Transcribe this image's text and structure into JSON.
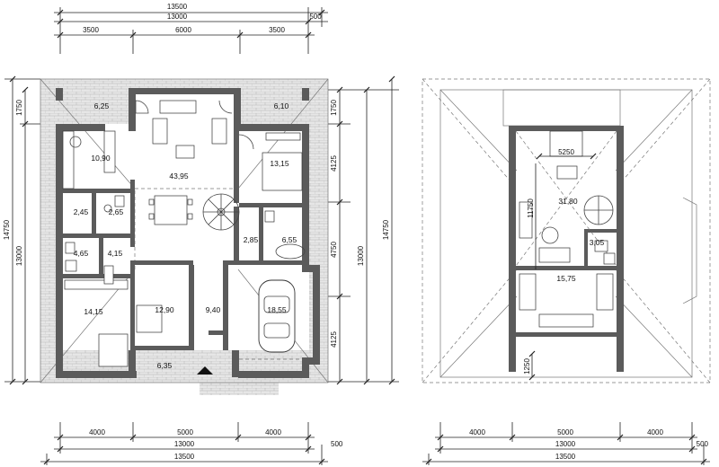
{
  "ground_floor": {
    "dims_top": {
      "overall": "13500",
      "inner": "13000",
      "overhang": "500",
      "segments": [
        "3500",
        "6000",
        "3500"
      ]
    },
    "dims_bottom": {
      "segments": [
        "4000",
        "5000",
        "4000"
      ],
      "inner": "13000",
      "overall": "13500",
      "overhang": "500"
    },
    "dims_left": {
      "top": "1750",
      "overall": "14750",
      "inner": "13000"
    },
    "dims_right": {
      "top": "1750",
      "seg1": "4125",
      "seg2": "4750",
      "seg3": "4125",
      "inner": "13000",
      "overall": "14750"
    },
    "rooms": {
      "terrace_left": "6,25",
      "terrace_right": "6,10",
      "kitchen": "10,90",
      "living": "43,95",
      "bedroom_ne": "13,15",
      "pantry": "2,45",
      "wc": "2,65",
      "utility": "4,65",
      "hall": "4,15",
      "closet": "2,85",
      "bathroom": "6,55",
      "bedroom_sw": "14,15",
      "bedroom_s": "12,90",
      "corridor": "9,40",
      "garage": "18,55",
      "porch": "6,35"
    }
  },
  "attic": {
    "dims_bottom": {
      "segments": [
        "4000",
        "5000",
        "4000"
      ],
      "inner": "13000",
      "overall": "13500",
      "overhang": "500"
    },
    "dims_inner": {
      "width": "5250",
      "height": "11750",
      "bottom": "1250"
    },
    "rooms": {
      "main": "31,80",
      "bathroom": "3,05",
      "lower": "15,75"
    }
  },
  "colors": {
    "wall": "#5b5b5b",
    "line": "#222222",
    "paving": "#bdbdbd"
  }
}
